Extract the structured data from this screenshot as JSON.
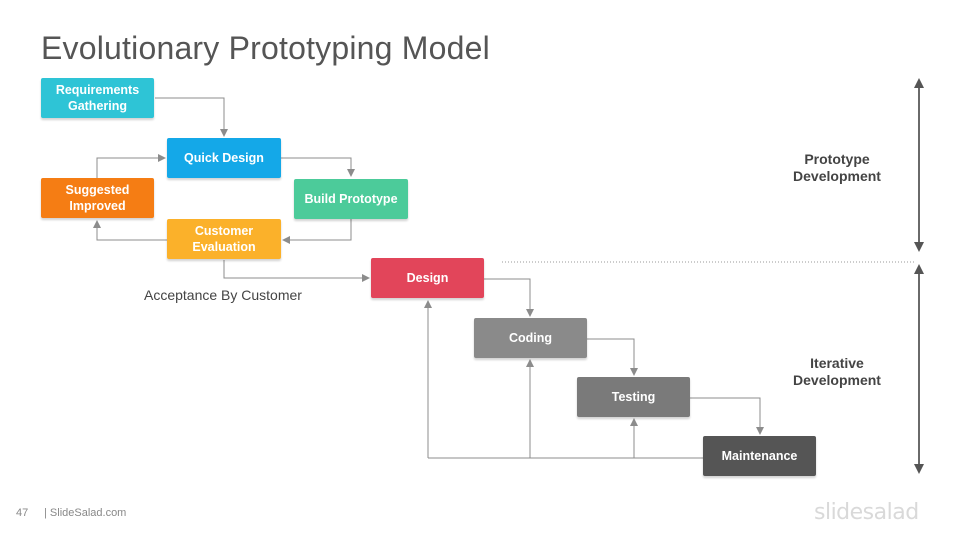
{
  "title": "Evolutionary Prototyping Model",
  "boxes": {
    "requirements": {
      "label": "Requirements\nGathering",
      "color": "#2ec4d6"
    },
    "quick_design": {
      "label": "Quick Design",
      "color": "#14a8e8"
    },
    "build_prototype": {
      "label": "Build Prototype",
      "color": "#4ccb9a"
    },
    "suggested_improved": {
      "label": "Suggested\nImproved",
      "color": "#f57d14"
    },
    "customer_evaluation": {
      "label": "Customer\nEvaluation",
      "color": "#fbb12a"
    },
    "design": {
      "label": "Design",
      "color": "#e2455a"
    },
    "coding": {
      "label": "Coding",
      "color": "#8a8a8a"
    },
    "testing": {
      "label": "Testing",
      "color": "#7a7a7a"
    },
    "maintenance": {
      "label": "Maintenance",
      "color": "#555555"
    }
  },
  "acceptance_label": "Acceptance By Customer",
  "phases": {
    "prototype": "Prototype\nDevelopment",
    "iterative": "Iterative\nDevelopment"
  },
  "footer": {
    "page_number": "47",
    "source": "| SlideSalad.com",
    "logo": "slidesalad"
  }
}
